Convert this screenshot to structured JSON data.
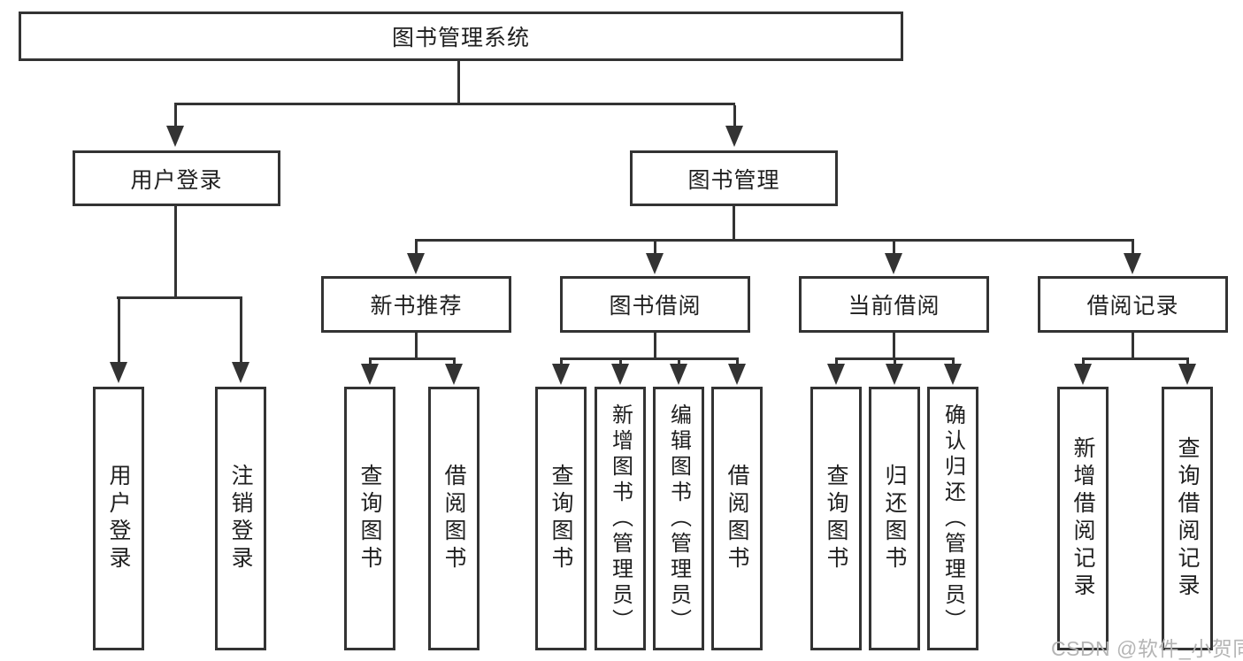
{
  "diagram": {
    "root": "图书管理系统",
    "level2": [
      "用户登录",
      "图书管理"
    ],
    "level3": [
      "新书推荐",
      "图书借阅",
      "当前借阅",
      "借阅记录"
    ],
    "leaves": {
      "login": [
        "用户登录",
        "注销登录"
      ],
      "newbook": [
        "查询图书",
        "借阅图书"
      ],
      "borrow": [
        "查询图书",
        "新增图书（管理员）",
        "编辑图书（管理员）",
        "借阅图书"
      ],
      "current": [
        "查询图书",
        "归还图书",
        "确认归还（管理员）"
      ],
      "record": [
        "新增借阅记录",
        "查询借阅记录"
      ]
    }
  },
  "watermark": "CSDN @软件_小贺同学",
  "colors": {
    "line": "#333333",
    "text": "#1f1f1f",
    "watermark": "#b5b5b5",
    "background": "#ffffff"
  }
}
